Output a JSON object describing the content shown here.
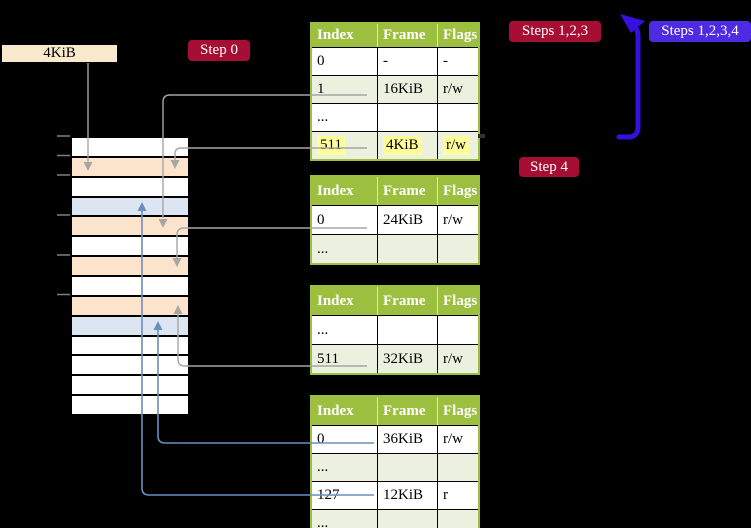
{
  "mem_box": {
    "label": "4KiB"
  },
  "annotations": {
    "step0": "Step 0",
    "steps123": "Steps 1,2,3",
    "steps1234": "Steps 1,2,3,4",
    "step4": "Step 4"
  },
  "memory_strip": {
    "rows": [
      "white",
      "orange",
      "white",
      "blue",
      "orange",
      "white",
      "orange",
      "white",
      "orange",
      "blue",
      "white",
      "white",
      "white",
      "white"
    ]
  },
  "tables": {
    "headers": [
      "Index",
      "Frame",
      "Flags"
    ],
    "t1": {
      "rows": [
        {
          "cells": [
            "0",
            "-",
            "-"
          ]
        },
        {
          "cells": [
            "1",
            "16KiB",
            "r/w"
          ]
        },
        {
          "cells": [
            "...",
            "",
            ""
          ]
        },
        {
          "cells": [
            "511",
            "4KiB",
            "r/w"
          ],
          "highlighted": true
        }
      ]
    },
    "t2": {
      "rows": [
        {
          "cells": [
            "0",
            "24KiB",
            "r/w"
          ]
        },
        {
          "cells": [
            "...",
            "",
            ""
          ]
        }
      ]
    },
    "t3": {
      "rows": [
        {
          "cells": [
            "...",
            "",
            ""
          ]
        },
        {
          "cells": [
            "511",
            "32KiB",
            "r/w"
          ]
        }
      ]
    },
    "t4": {
      "rows": [
        {
          "cells": [
            "0",
            "36KiB",
            "r/w"
          ]
        },
        {
          "cells": [
            "...",
            "",
            ""
          ]
        },
        {
          "cells": [
            "127",
            "12KiB",
            "r"
          ]
        },
        {
          "cells": [
            "...",
            "",
            ""
          ]
        }
      ]
    }
  },
  "colors": {
    "background": "#000000",
    "table_header_green": "#9CBF40",
    "table_row_green": "#EBF1DE",
    "strip_orange": "#FCE3CC",
    "strip_blue": "#DBE6F2",
    "mem_box_bg": "#FAEACD",
    "step_crimson": "#A60F33",
    "steps_violet": "#4E2BE3",
    "big_arrow_blue": "#3610DC",
    "connector_gray": "#A6A6A6",
    "connector_blue": "#6C8EBF",
    "highlight_yellow": "#FFFD99"
  }
}
